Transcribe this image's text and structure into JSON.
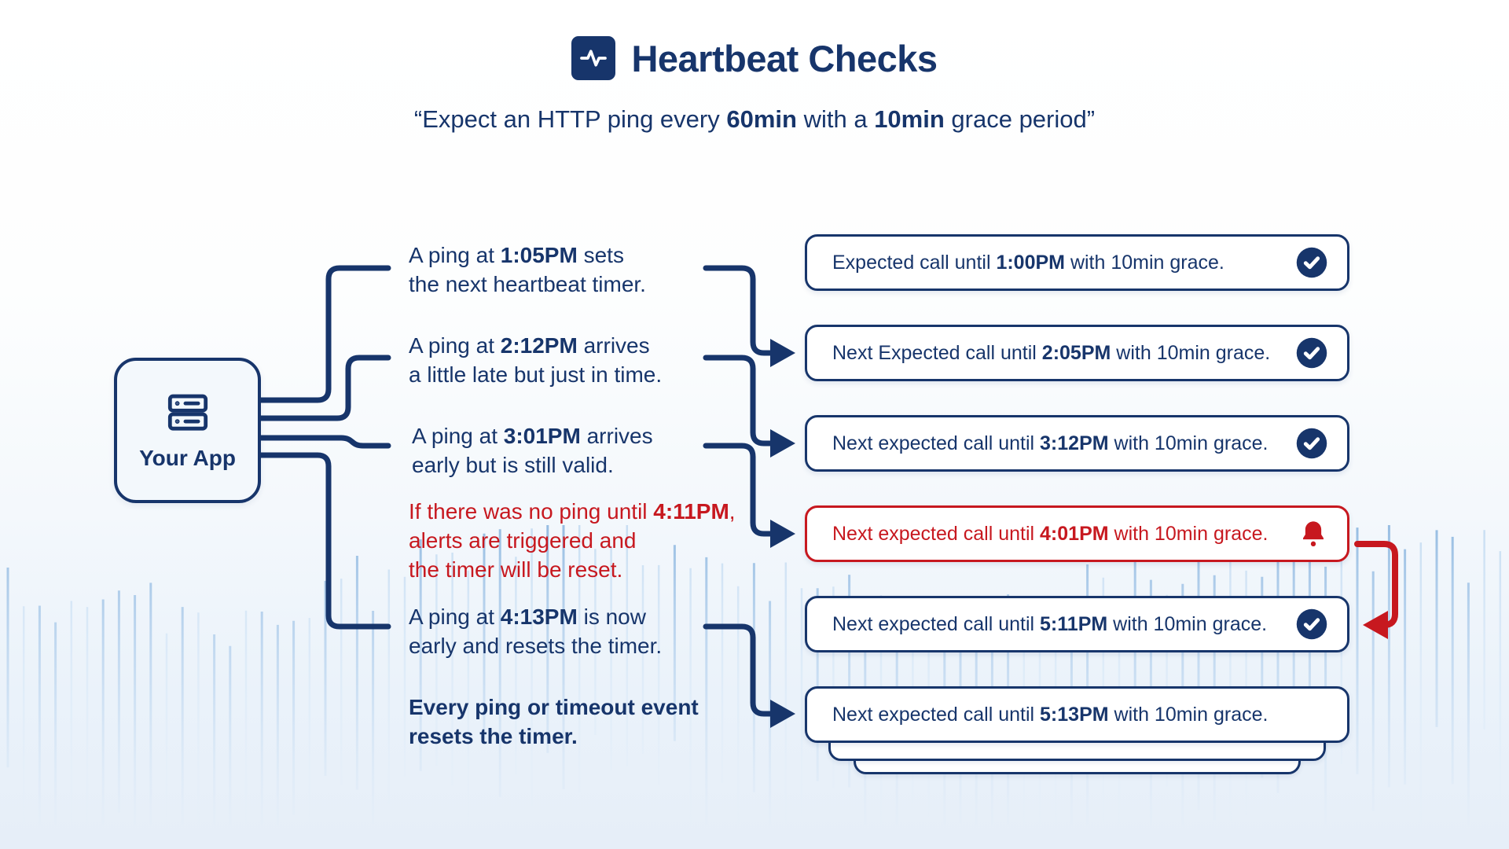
{
  "colors": {
    "navy": "#17356b",
    "red": "#c7181f",
    "background_bottom": "#e6eef8",
    "card_background": "#ffffff",
    "app_card_background": "#f3f8fc",
    "wave_dark": "#8fb8e0",
    "wave_light": "#cadef2"
  },
  "header": {
    "icon": "activity-icon",
    "title": "Heartbeat Checks",
    "subtitle": {
      "open": "“Expect an HTTP ping every ",
      "bold1": "60min",
      "mid": " with a ",
      "bold2": "10min",
      "close": " grace period”"
    }
  },
  "app": {
    "icon": "server-icon",
    "label": "Your App"
  },
  "steps": [
    {
      "pre": "A ping at ",
      "time": "1:05PM",
      "post": " sets",
      "line2": "the next heartbeat timer."
    },
    {
      "pre": "A ping at ",
      "time": "2:12PM",
      "post": " arrives",
      "line2": "a little late but just in time."
    },
    {
      "pre": "A ping at ",
      "time": "3:01PM",
      "post": " arrives",
      "line2": "early but is still valid."
    },
    {
      "pre": "If there was no ping until ",
      "time": "4:11PM",
      "post": ",",
      "line2": "alerts are triggered and",
      "line3": "the timer will be reset."
    },
    {
      "pre": "A ping at ",
      "time": "4:13PM",
      "post": " is now",
      "line2": "early and resets the timer."
    },
    {
      "line1": "Every ping or timeout event",
      "line2": "resets the timer."
    }
  ],
  "boxes": [
    {
      "pre": "Expected call until ",
      "time": "1:00PM",
      "post": " with 10min grace.",
      "icon": "check"
    },
    {
      "pre": "Next Expected call until ",
      "time": "2:05PM",
      "post": " with 10min grace.",
      "icon": "check"
    },
    {
      "pre": "Next expected call until ",
      "time": "3:12PM",
      "post": " with 10min grace.",
      "icon": "check"
    },
    {
      "pre": "Next expected call until ",
      "time": "4:01PM",
      "post": " with 10min grace.",
      "icon": "bell",
      "alert": true
    },
    {
      "pre": "Next expected call until ",
      "time": "5:11PM",
      "post": " with 10min grace.",
      "icon": "check"
    },
    {
      "pre": "Next expected call until ",
      "time": "5:13PM",
      "post": " with 10min grace.",
      "icon": "none"
    }
  ]
}
